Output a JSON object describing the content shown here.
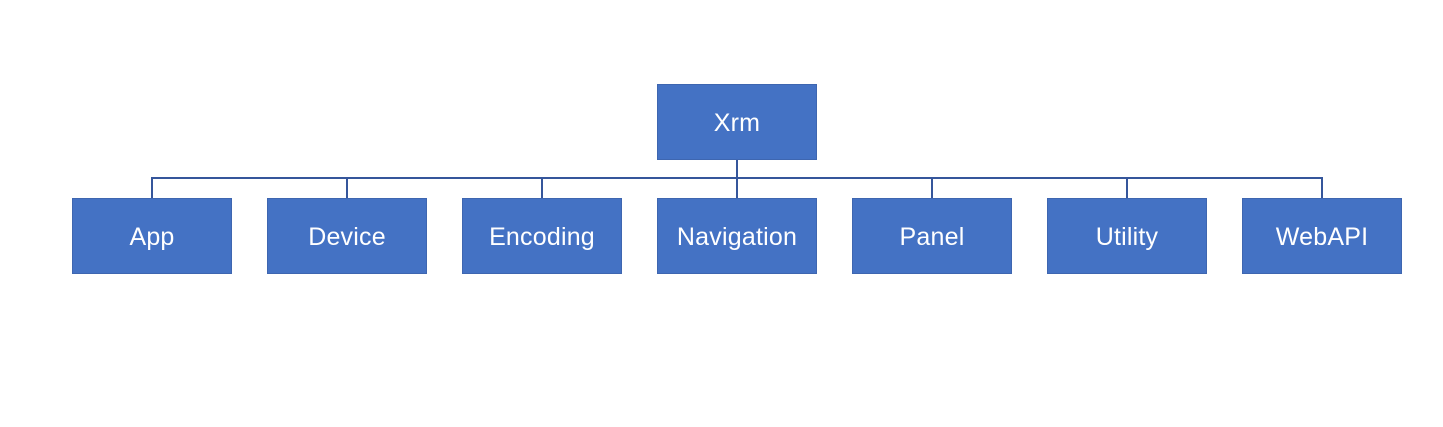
{
  "diagram": {
    "type": "org-chart",
    "root": {
      "label": "Xrm"
    },
    "children": [
      {
        "label": "App"
      },
      {
        "label": "Device"
      },
      {
        "label": "Encoding"
      },
      {
        "label": "Navigation"
      },
      {
        "label": "Panel"
      },
      {
        "label": "Utility"
      },
      {
        "label": "WebAPI"
      }
    ],
    "colors": {
      "node_fill": "#4472C4",
      "node_border": "#3E66B0",
      "connector": "#35569B",
      "text": "#FFFFFF",
      "background": "#FFFFFF"
    }
  }
}
